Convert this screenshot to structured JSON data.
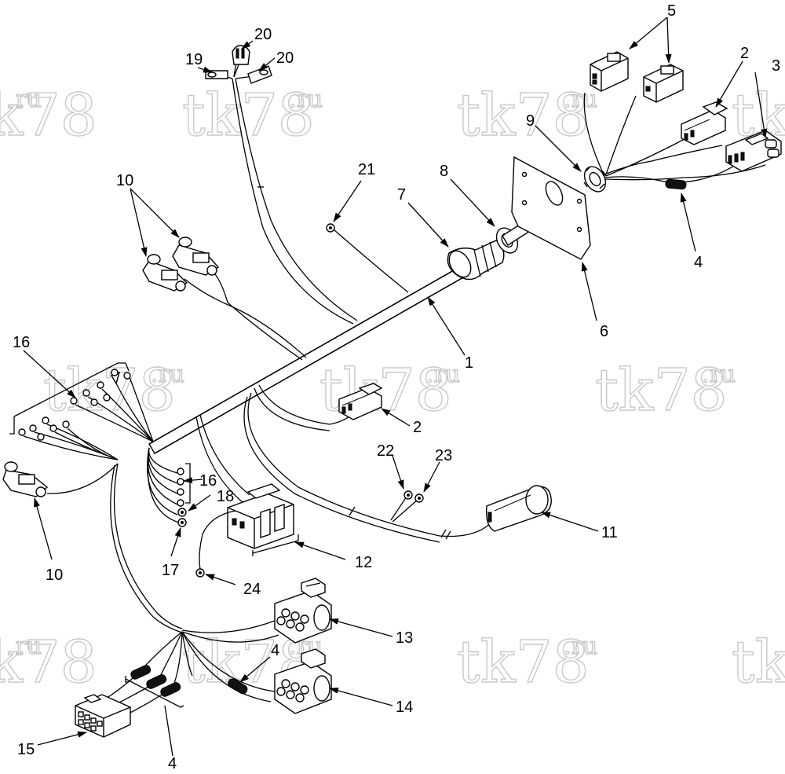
{
  "watermark": {
    "main": "tk78",
    "sup": ".ru"
  },
  "callouts": [
    {
      "id": "c1",
      "label": "1"
    },
    {
      "id": "c2a",
      "label": "2"
    },
    {
      "id": "c2b",
      "label": "2"
    },
    {
      "id": "c3",
      "label": "3"
    },
    {
      "id": "c4a",
      "label": "4"
    },
    {
      "id": "c4b",
      "label": "4"
    },
    {
      "id": "c4c",
      "label": "4"
    },
    {
      "id": "c5",
      "label": "5"
    },
    {
      "id": "c6",
      "label": "6"
    },
    {
      "id": "c7",
      "label": "7"
    },
    {
      "id": "c8",
      "label": "8"
    },
    {
      "id": "c9",
      "label": "9"
    },
    {
      "id": "c10a",
      "label": "10"
    },
    {
      "id": "c10b",
      "label": "10"
    },
    {
      "id": "c11",
      "label": "11"
    },
    {
      "id": "c12",
      "label": "12"
    },
    {
      "id": "c13",
      "label": "13"
    },
    {
      "id": "c14",
      "label": "14"
    },
    {
      "id": "c15",
      "label": "15"
    },
    {
      "id": "c16a",
      "label": "16"
    },
    {
      "id": "c16b",
      "label": "16"
    },
    {
      "id": "c17",
      "label": "17"
    },
    {
      "id": "c18",
      "label": "18"
    },
    {
      "id": "c19",
      "label": "19"
    },
    {
      "id": "c20a",
      "label": "20"
    },
    {
      "id": "c20b",
      "label": "20"
    },
    {
      "id": "c21",
      "label": "21"
    },
    {
      "id": "c22",
      "label": "22"
    },
    {
      "id": "c23",
      "label": "23"
    },
    {
      "id": "c24",
      "label": "24"
    }
  ]
}
